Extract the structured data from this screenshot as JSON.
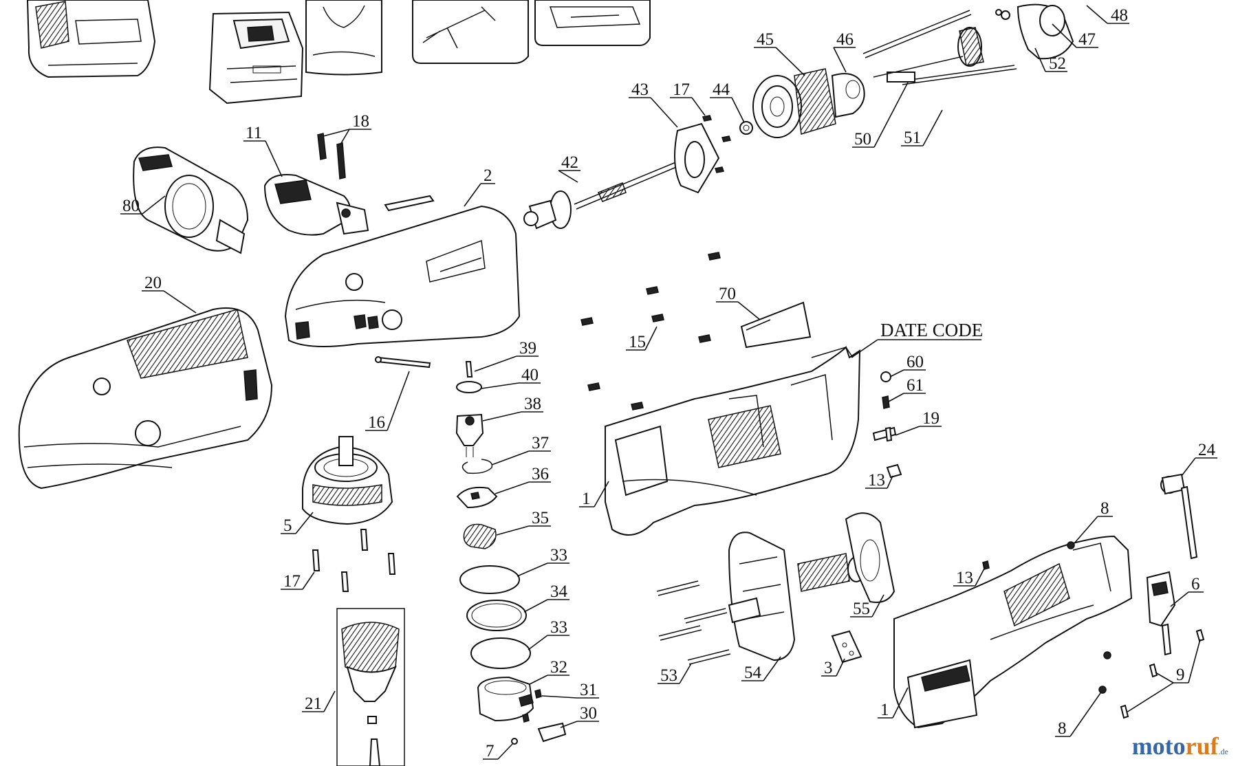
{
  "diagram": {
    "date_code_label": "DATE CODE",
    "part_numbers": [
      "48",
      "47",
      "52",
      "45",
      "46",
      "50",
      "51",
      "43",
      "17",
      "44",
      "18",
      "11",
      "42",
      "2",
      "80",
      "20",
      "70",
      "15",
      "39",
      "40",
      "38",
      "37",
      "36",
      "35",
      "33",
      "34",
      "33",
      "32",
      "31",
      "30",
      "7",
      "16",
      "5",
      "17",
      "21",
      "1",
      "60",
      "61",
      "19",
      "13",
      "24",
      "8",
      "6",
      "13",
      "55",
      "54",
      "53",
      "3",
      "1",
      "9",
      "8"
    ]
  },
  "watermark": {
    "text_a": "moto",
    "text_b": "ruf",
    "suffix": ".de"
  }
}
